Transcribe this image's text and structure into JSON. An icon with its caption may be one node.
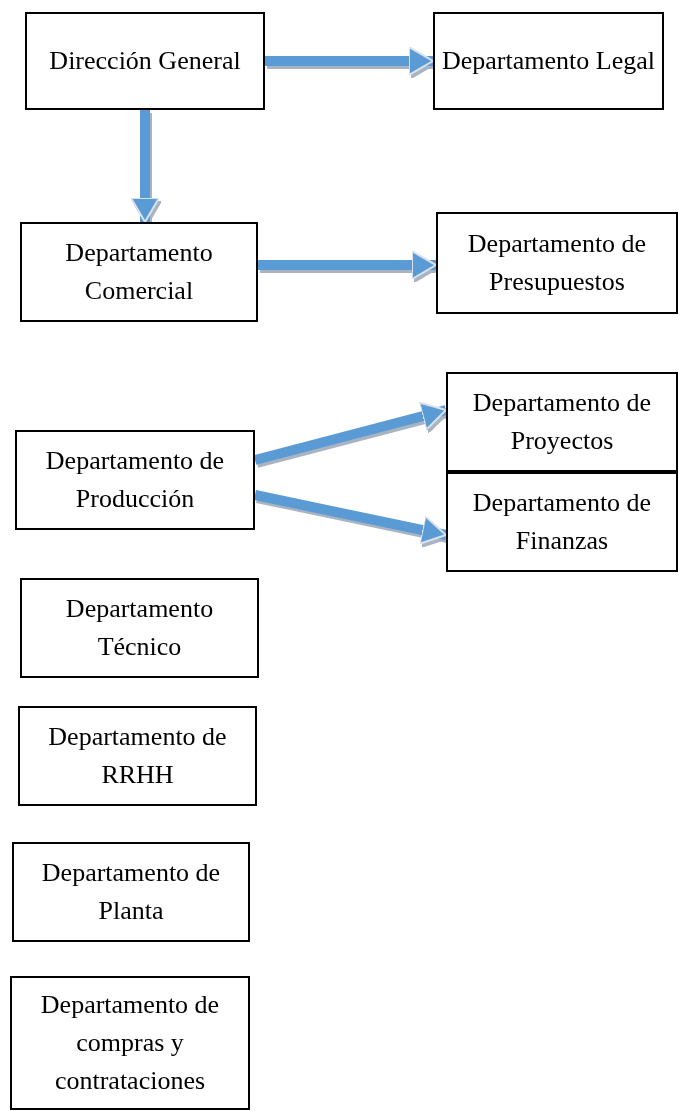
{
  "diagram": {
    "nodes": [
      {
        "text": [
          "Dirección General"
        ]
      },
      {
        "text": [
          "Departamento Legal"
        ]
      },
      {
        "text": [
          "Departamento Comercial"
        ]
      },
      {
        "text": [
          "Departamento de Presupuestos"
        ]
      },
      {
        "text": [
          "Departamento de Producción"
        ]
      },
      {
        "text": [
          "Departamento de Proyectos"
        ]
      },
      {
        "text": [
          "Departamento de Finanzas"
        ]
      },
      {
        "text": [
          "Departamento Técnico"
        ]
      },
      {
        "text": [
          "Departamento de RRHH"
        ]
      },
      {
        "text": [
          "Departamento de Planta"
        ]
      },
      {
        "text": [
          "Departamento de compras y contrataciones"
        ]
      }
    ],
    "edges": [
      {
        "from": 0,
        "to": 1,
        "arrow": "to"
      },
      {
        "from": 0,
        "to": 2,
        "arrow": "to"
      },
      {
        "from": 2,
        "to": 3,
        "arrow": "to"
      },
      {
        "from": 4,
        "to": 5,
        "arrow": "to"
      },
      {
        "from": 4,
        "to": 6,
        "arrow": "to"
      }
    ]
  }
}
